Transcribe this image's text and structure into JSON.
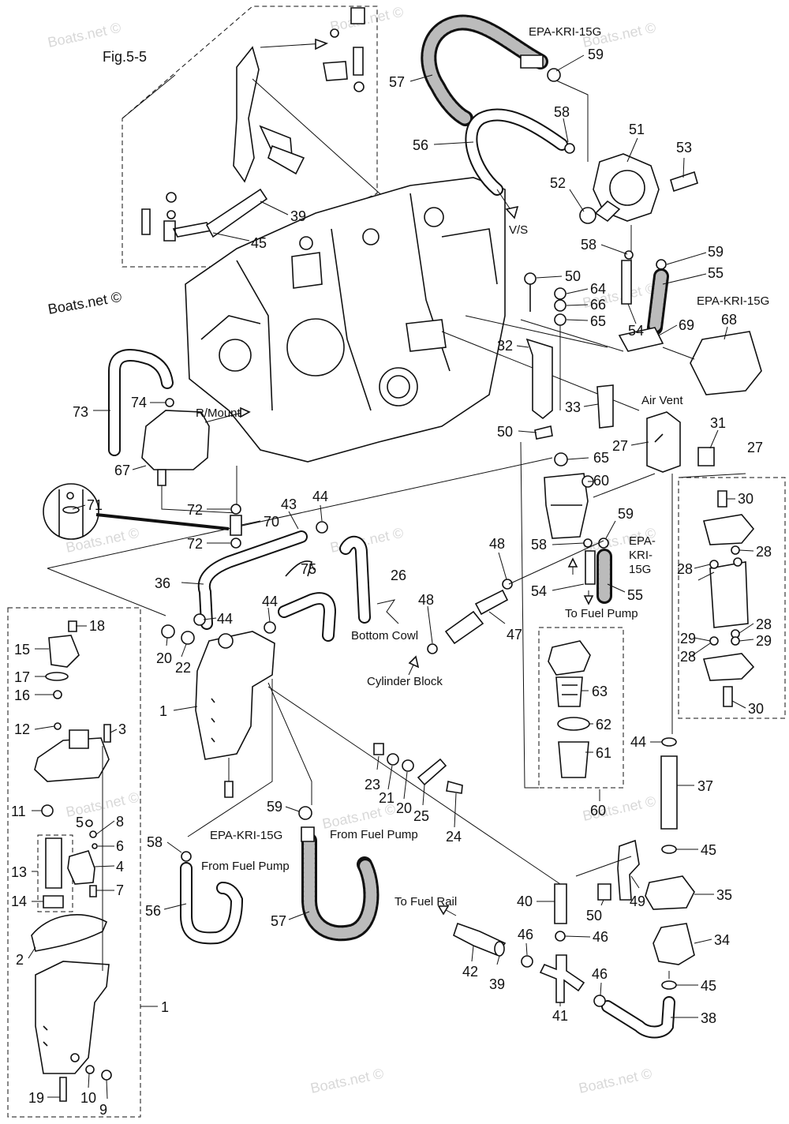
{
  "figure_ref": "Fig.5-5",
  "watermarks": [
    "Boats.net ©",
    "Boats.net ©",
    "Boats.net ©",
    "Boats.net ©",
    "Boats.net ©",
    "Boats.net ©",
    "Boats.net ©",
    "Boats.net ©",
    "Boats.net ©",
    "Boats.net ©",
    "Boats.net ©",
    "Boats.net ©"
  ],
  "brand_mark": "Boats.net ©",
  "annotations": {
    "epa_top": "EPA-KRI-15G",
    "epa_right": "EPA-KRI-15G",
    "epa_bottom": "EPA-KRI-15G",
    "epa_mid_1": "EPA-",
    "epa_mid_2": "KRI-",
    "epa_mid_3": "15G",
    "vs": "V/S",
    "air_vent": "Air Vent",
    "r_mount": "R/Mount",
    "bottom_cowl": "Bottom Cowl",
    "cylinder_block": "Cylinder Block",
    "to_fuel_pump": "To Fuel Pump",
    "from_fuel_pump_1": "From Fuel Pump",
    "from_fuel_pump_2": "From Fuel Pump",
    "to_fuel_rail": "To Fuel Rail"
  },
  "callouts": {
    "c57a": "57",
    "c59a": "59",
    "c58a": "58",
    "c56a": "56",
    "c51": "51",
    "c53": "53",
    "c52": "52",
    "c39a": "39",
    "c45a": "45",
    "c58b": "58",
    "c59b": "59",
    "c55a": "55",
    "c50a": "50",
    "c64": "64",
    "c66": "66",
    "c65a": "65",
    "c54a": "54",
    "c69": "69",
    "c68": "68",
    "c32": "32",
    "c33": "33",
    "c50b": "50",
    "c31": "31",
    "c27a": "27",
    "c27b": "27",
    "c73": "73",
    "c74": "74",
    "c67": "67",
    "c71": "71",
    "c72a": "72",
    "c70": "70",
    "c72b": "72",
    "c43": "43",
    "c44a": "44",
    "c65b": "65",
    "c60a": "60",
    "c59c": "59",
    "c58c": "58",
    "c36": "36",
    "c75": "75",
    "c26": "26",
    "c48a": "48",
    "c48b": "48",
    "c47": "47",
    "c54b": "54",
    "c55b": "55",
    "c30a": "30",
    "c28a": "28",
    "c28b": "28",
    "c28c": "28",
    "c28d": "28",
    "c29a": "29",
    "c29b": "29",
    "c30b": "30",
    "c44b": "44",
    "c44c": "44",
    "c18": "18",
    "c15": "15",
    "c17": "17",
    "c16": "16",
    "c12": "12",
    "c3": "3",
    "c20a": "20",
    "c22": "22",
    "c1a": "1",
    "c63": "63",
    "c62": "62",
    "c61": "61",
    "c60b": "60",
    "c44d": "44",
    "c37": "37",
    "c11": "11",
    "c5": "5",
    "c8": "8",
    "c6": "6",
    "c4": "4",
    "c13": "13",
    "c7": "7",
    "c14": "14",
    "c2": "2",
    "c1b": "1",
    "c23": "23",
    "c21": "21",
    "c20b": "20",
    "c25": "25",
    "c24": "24",
    "c59d": "59",
    "c58d": "58",
    "c56b": "56",
    "c57b": "57",
    "c40": "40",
    "c49": "49",
    "c50c": "50",
    "c45b": "45",
    "c35": "35",
    "c42": "42",
    "c39b": "39",
    "c46a": "46",
    "c46b": "46",
    "c46c": "46",
    "c41": "41",
    "c34": "34",
    "c45c": "45",
    "c38": "38",
    "c19": "19",
    "c10": "10",
    "c9": "9"
  }
}
